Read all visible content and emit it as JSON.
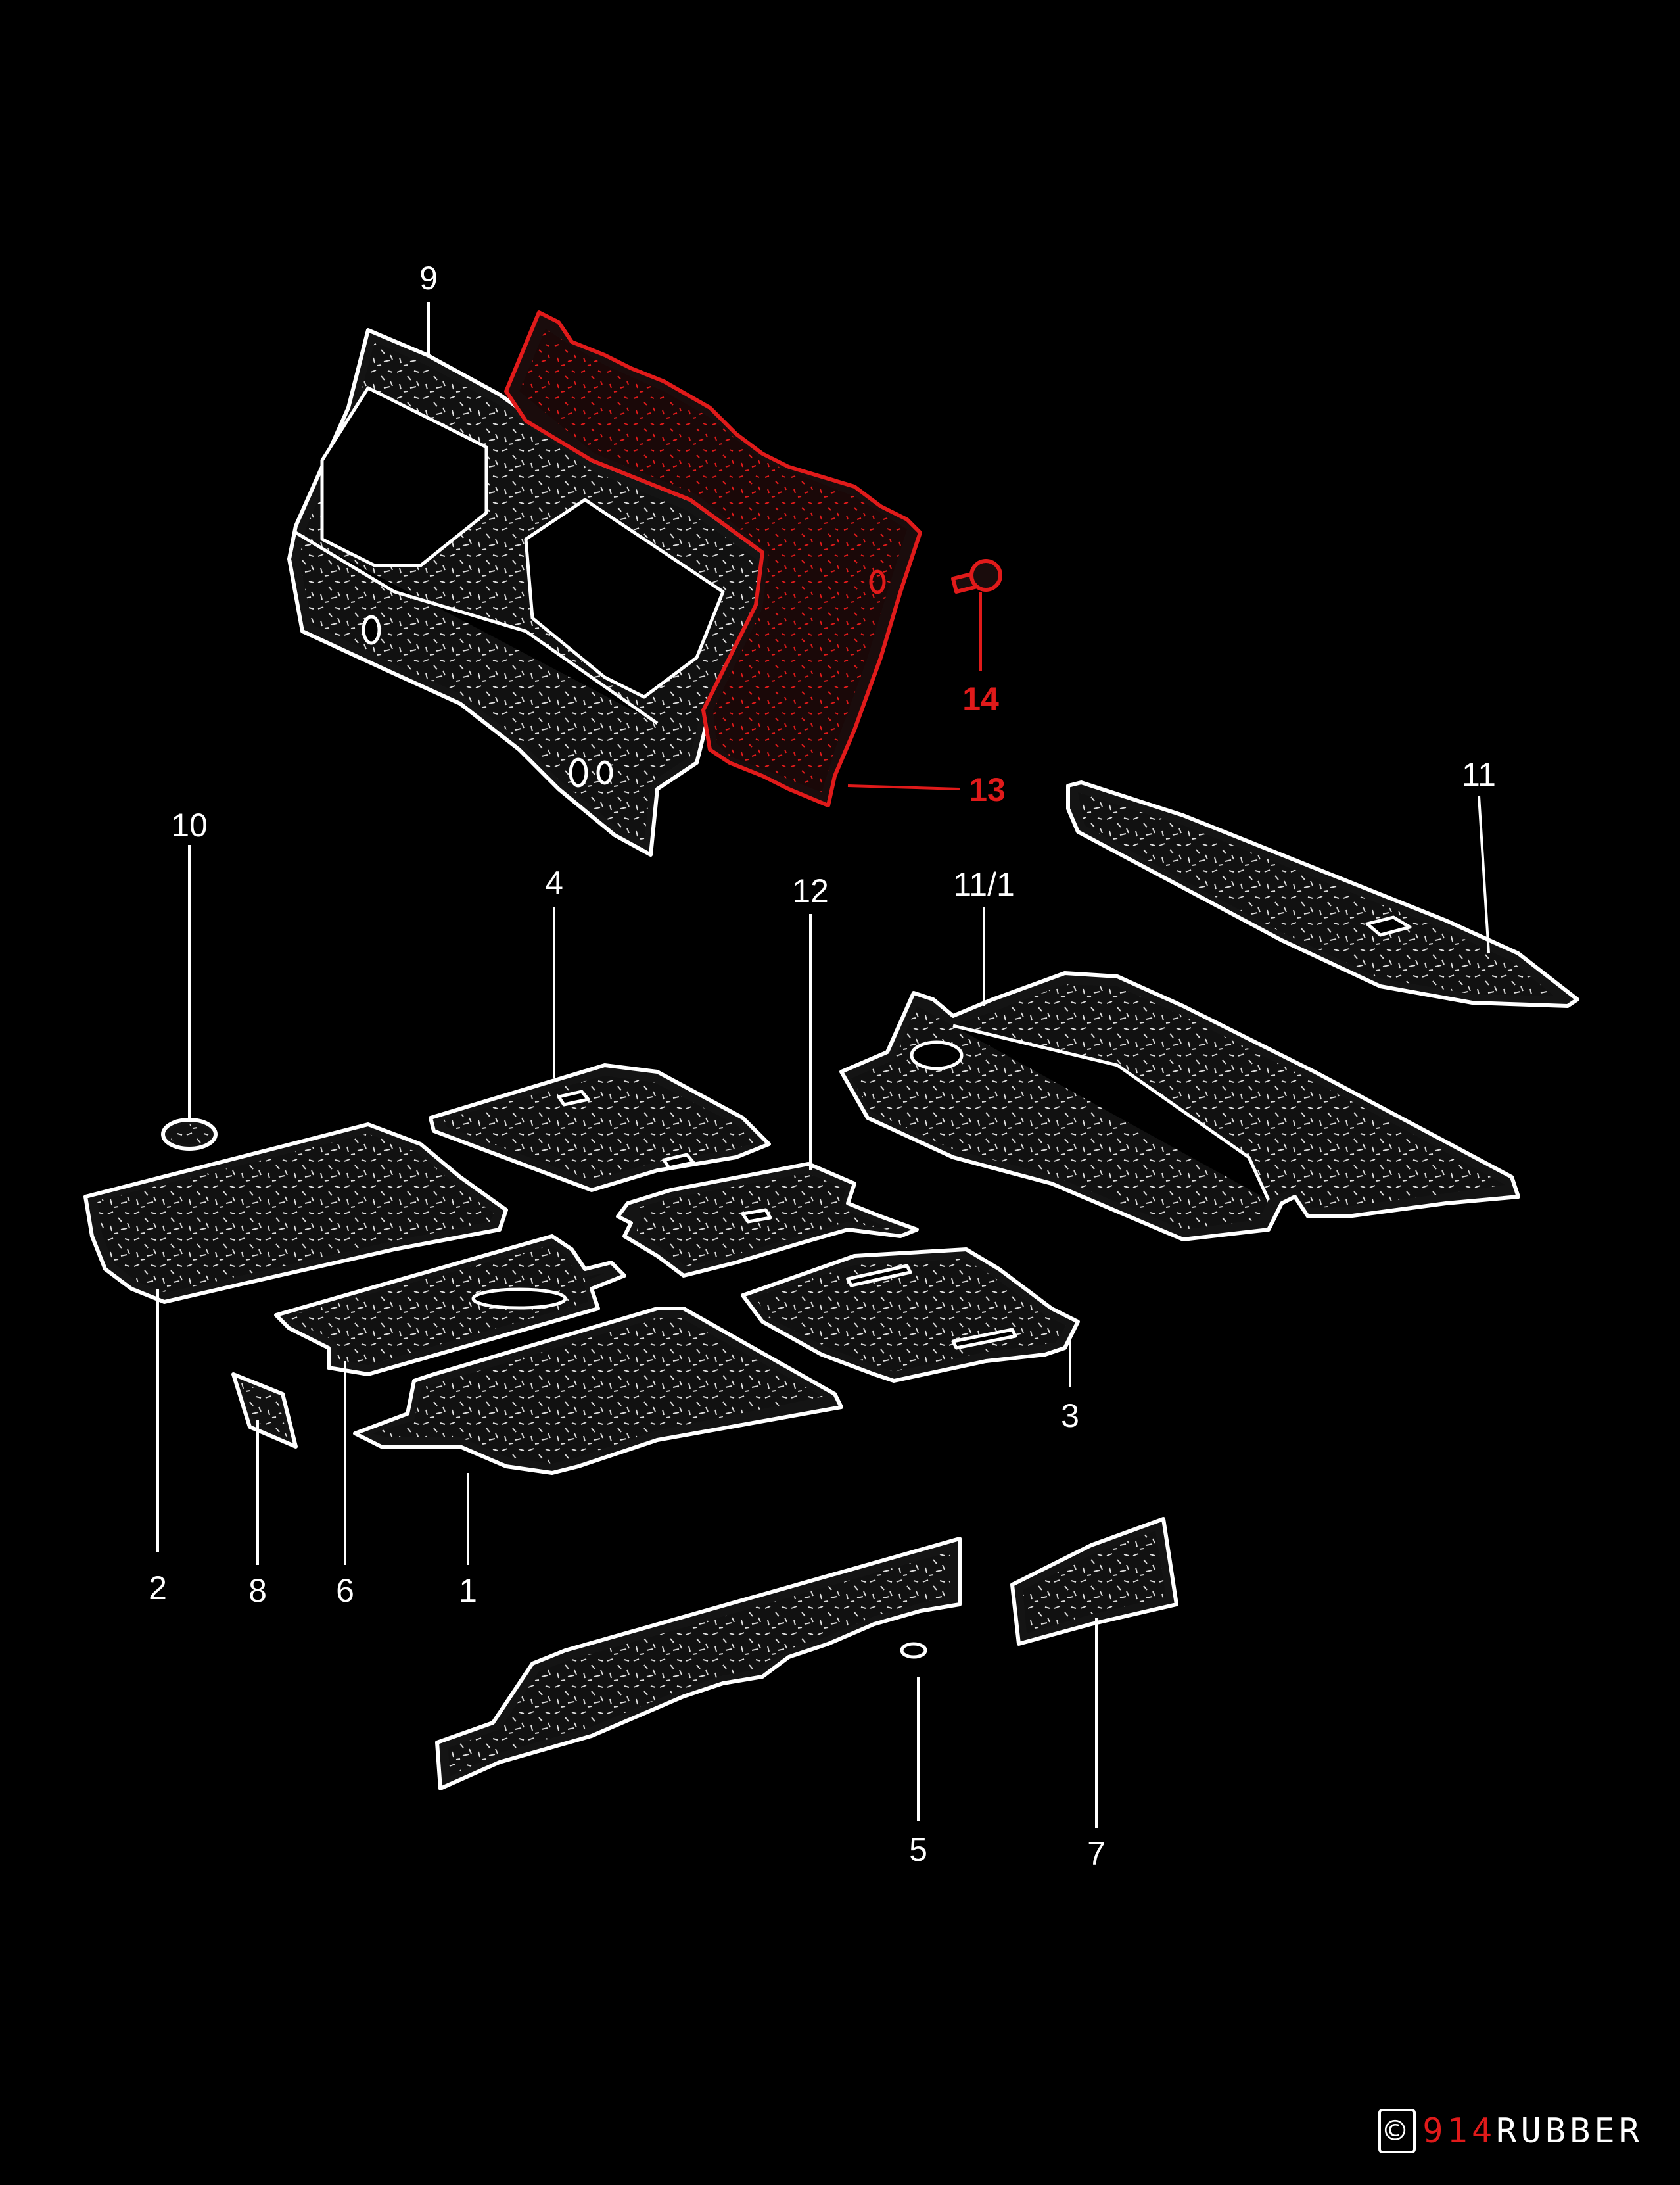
{
  "diagram": {
    "highlight_color": "#e01a1a",
    "line_color": "#ffffff",
    "background": "#000000",
    "callouts": {
      "c9": "9",
      "c14": "14",
      "c13": "13",
      "c11": "11",
      "c10": "10",
      "c4": "4",
      "c12": "12",
      "c11_1": "11/1",
      "c3": "3",
      "c2": "2",
      "c8": "8",
      "c6": "6",
      "c1": "1",
      "c5": "5",
      "c7": "7"
    },
    "highlighted_parts": [
      "13",
      "14"
    ]
  },
  "watermark": {
    "copyright_symbol": "©",
    "number": "914",
    "brand": "RUBBER"
  }
}
